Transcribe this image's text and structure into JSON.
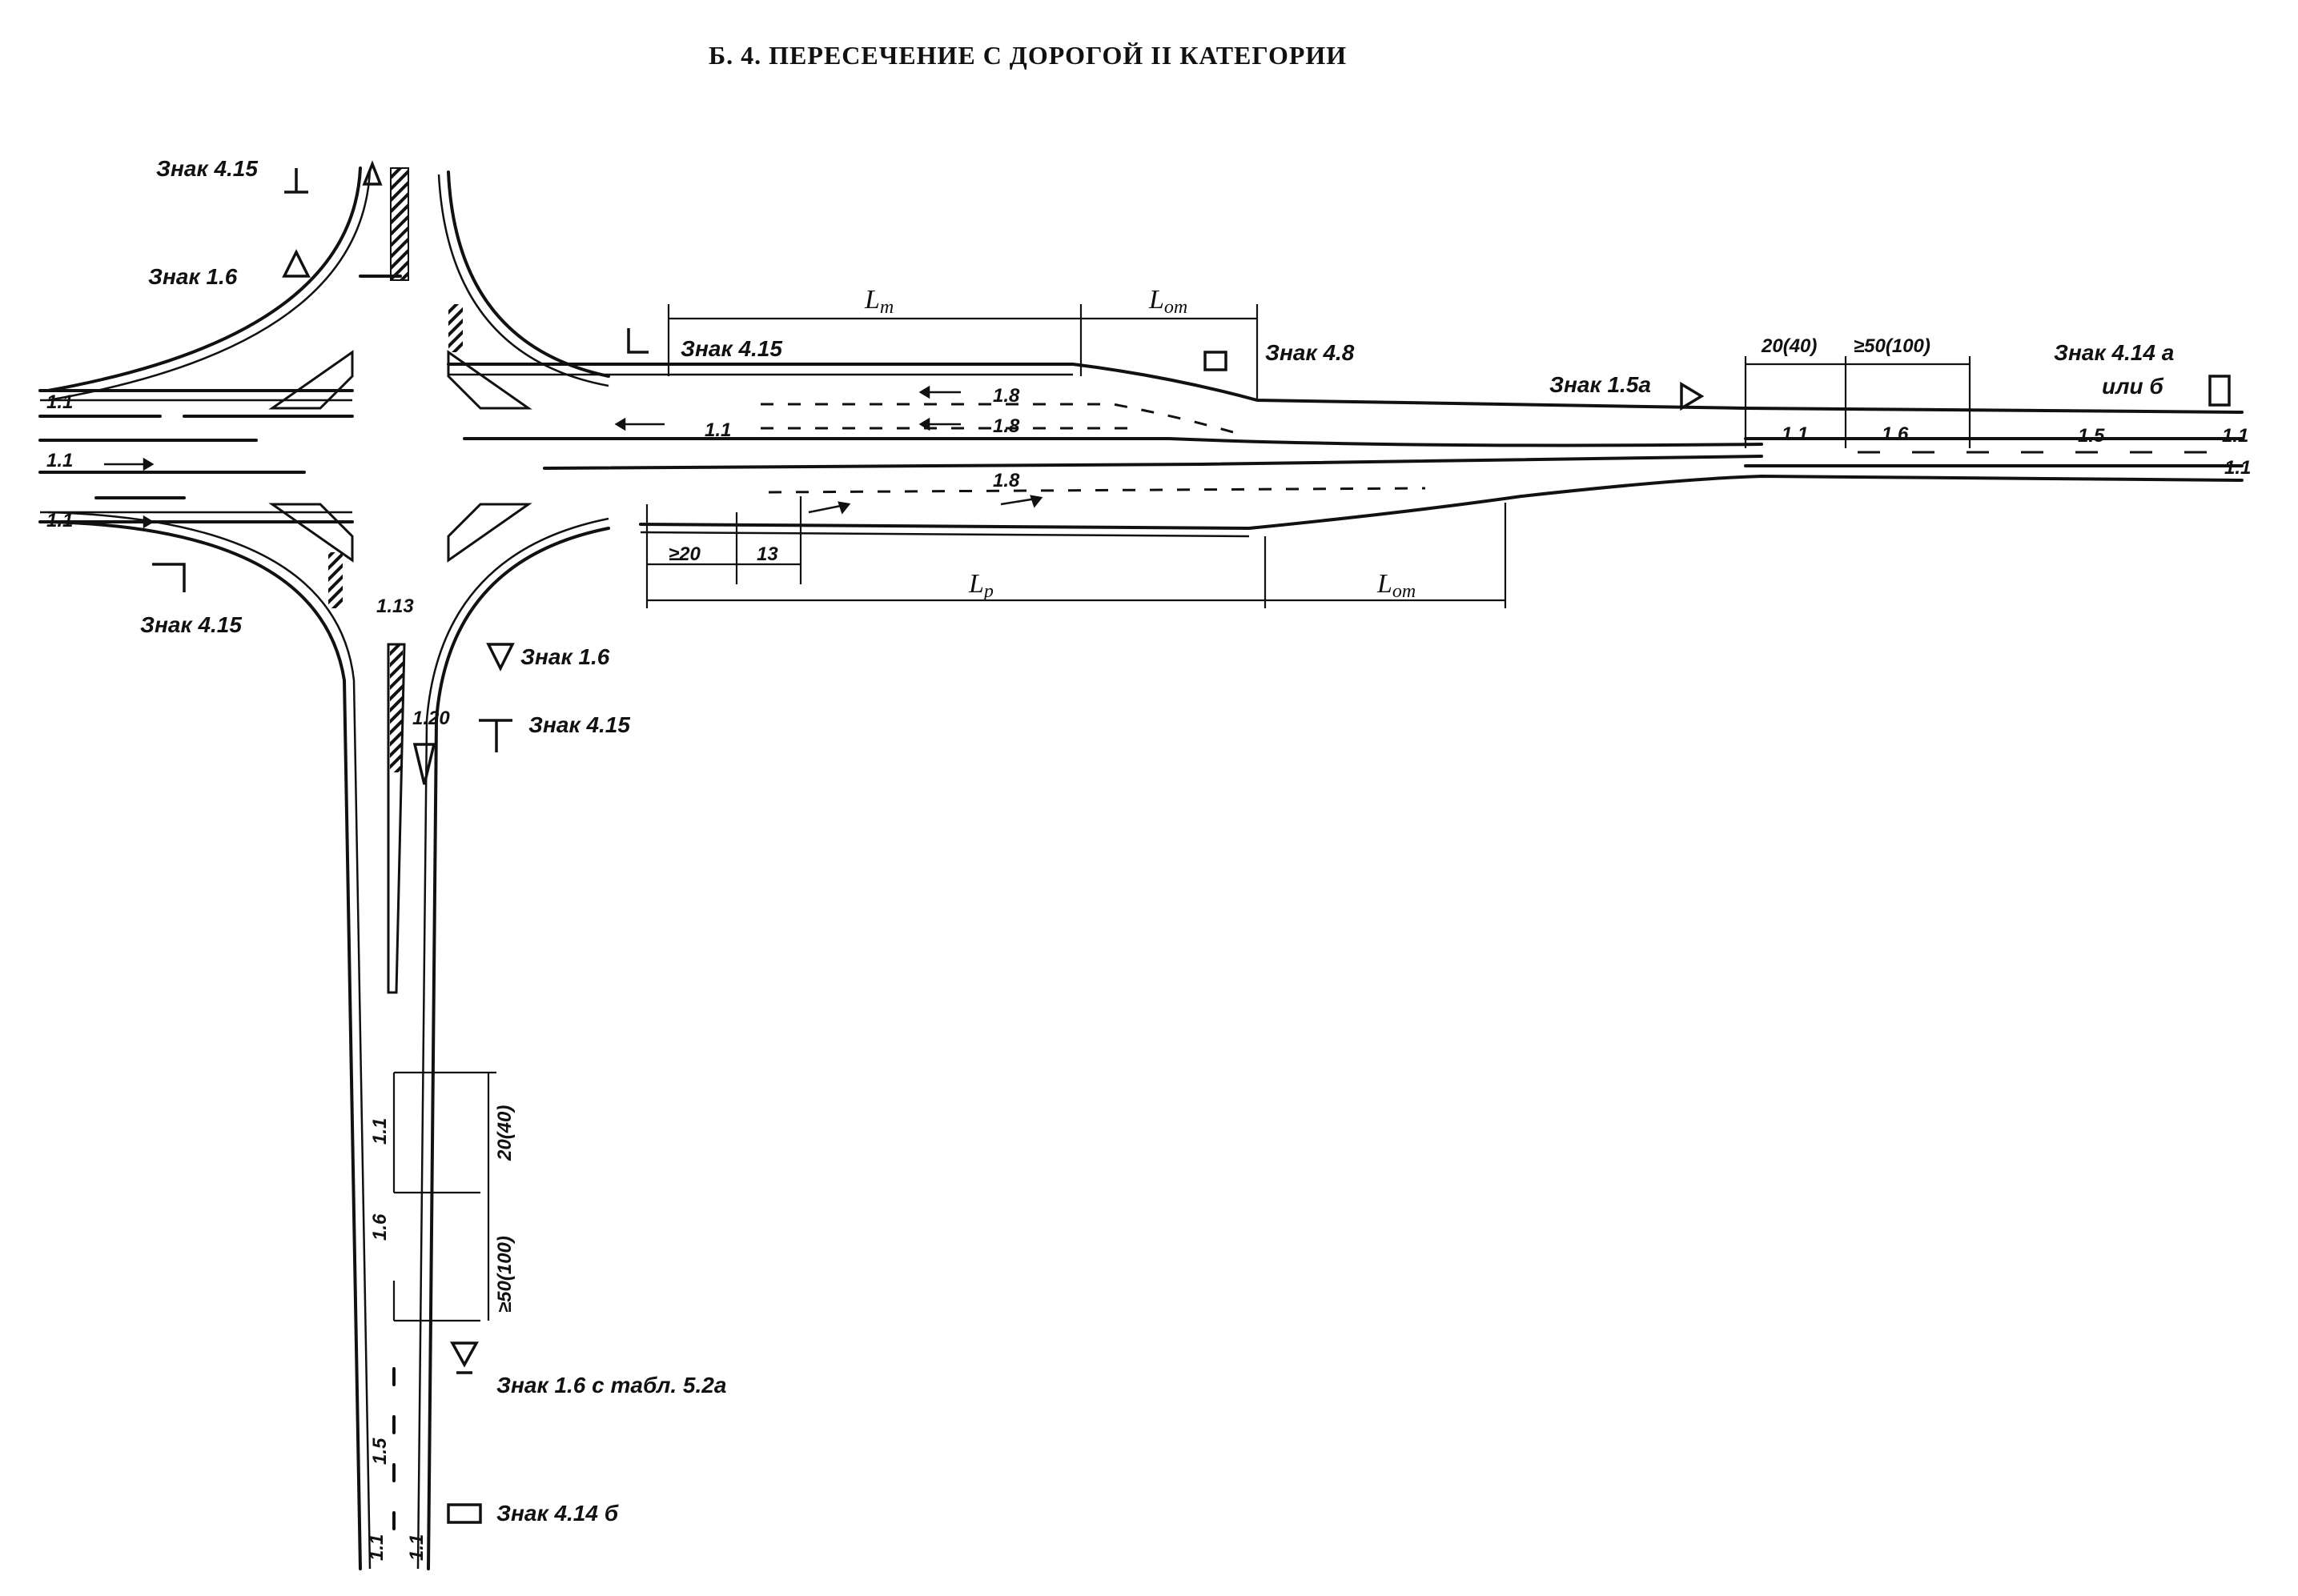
{
  "title": "Б. 4. ПЕРЕСЕЧЕНИЕ С ДОРОГОЙ II КАТЕГОРИИ",
  "signs": {
    "top_4_15": "Знак 4.15",
    "top_1_6": "Знак 1.6",
    "left_4_15": "Знак 4.15",
    "main_4_15": "Знак 4.15",
    "main_4_8": "Знак 4.8",
    "main_1_5a": "Знак 1.5а",
    "main_4_14_line1": "Знак 4.14 а",
    "main_4_14_line2": "или б",
    "bottom_1_6": "Знак 1.6",
    "bottom_4_15": "Знак 4.15",
    "bottom_1_6_plate": "Знак 1.6 с табл. 5.2а",
    "bottom_4_14b": "Знак 4.14 б"
  },
  "markings": {
    "m_1_1_a": "1.1",
    "m_1_1_b": "1.1",
    "m_1_1_c": "1.1",
    "m_1_1_mid": "1.1",
    "m_1_8_a": "1.8",
    "m_1_8_b": "1.8",
    "m_1_8_c": "1.8",
    "m_1_13": "1.13",
    "m_1_20": "1.20",
    "right_1_1": "1.1",
    "right_1_6": "1.6",
    "right_1_5": "1.5",
    "right_end_1_1a": "1.1",
    "right_end_1_1b": "1.1",
    "vert_1_1": "1.1",
    "vert_1_6": "1.6",
    "vert_1_5": "1.5",
    "vert_end_1_1a": "1.1",
    "vert_end_1_1b": "1.1"
  },
  "dimensions": {
    "lt_main": "L",
    "lt_sub": "т",
    "lot_top_main": "L",
    "lot_top_sub": "от",
    "lr_main": "L",
    "lr_sub": "р",
    "lot_bot_main": "L",
    "lot_bot_sub": "от",
    "ge20": "≥20",
    "d13": "13",
    "right_20_40": "20(40)",
    "right_50_100": "≥50(100)",
    "vert_20_40": "20(40)",
    "vert_50_100": "≥50(100)"
  }
}
